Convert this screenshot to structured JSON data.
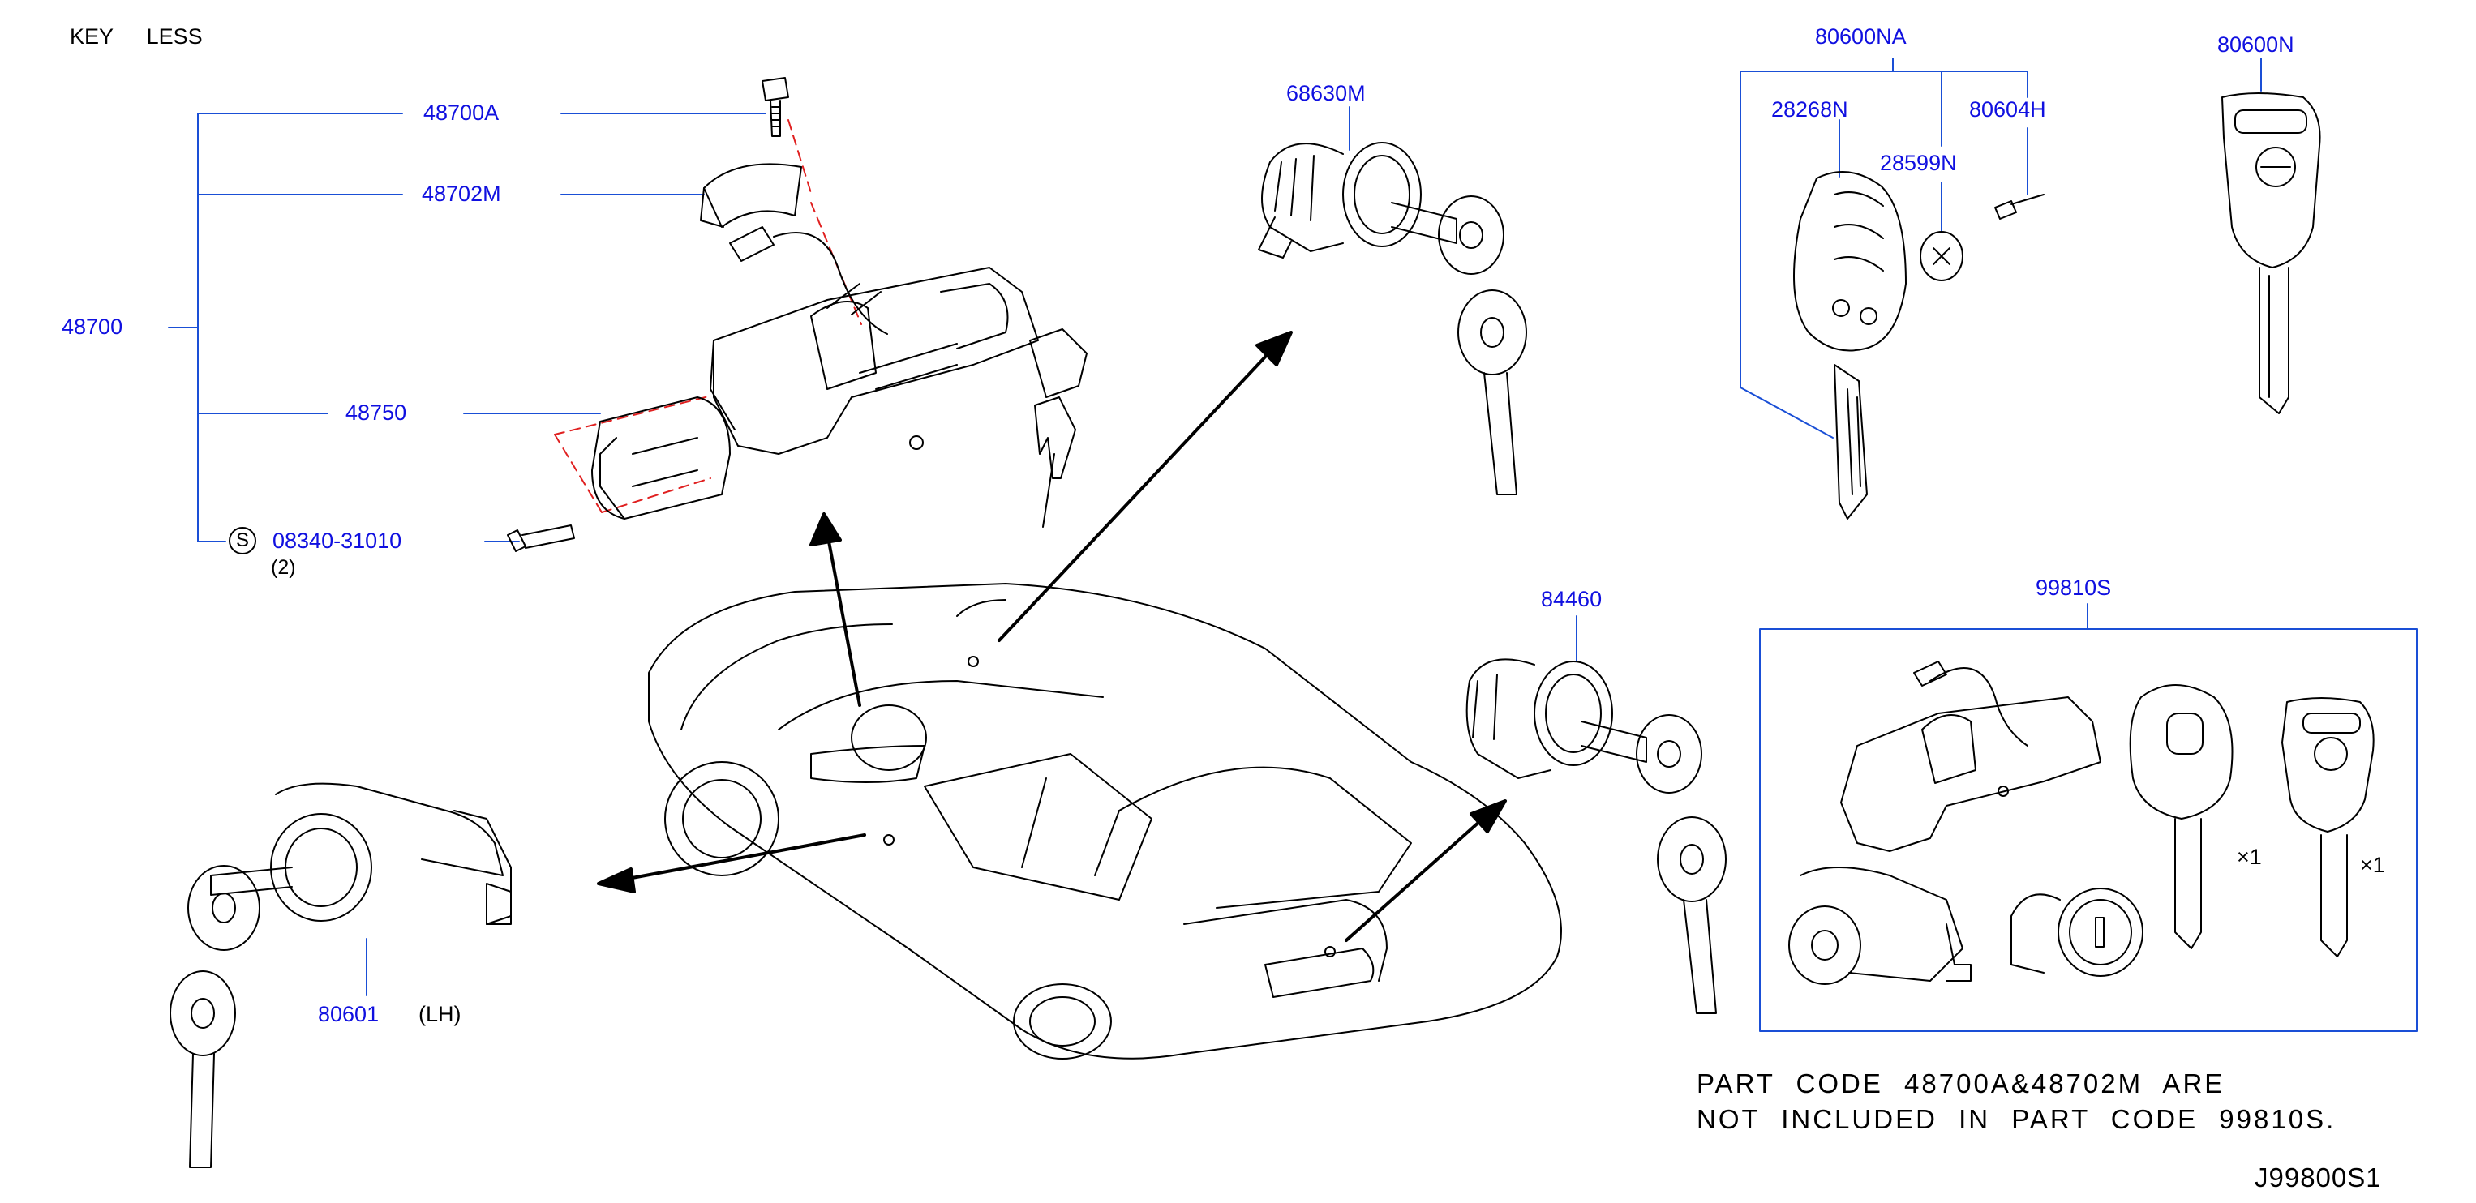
{
  "header": {
    "key_label": "KEY",
    "less_label": "LESS"
  },
  "parts": {
    "p48700": "48700",
    "p48700A": "48700A",
    "p48702M": "48702M",
    "p48750": "48750",
    "p08340": "08340-31010",
    "qty_08340": "(2)",
    "s_mark": "S",
    "p68630M": "68630M",
    "p80600NA": "80600NA",
    "p28268N": "28268N",
    "p28599N": "28599N",
    "p80604H": "80604H",
    "p80600N": "80600N",
    "p84460": "84460",
    "p99810S": "99810S",
    "p80601": "80601",
    "side_80601": "(LH)"
  },
  "kit_quantities": {
    "remote_key": "×1",
    "blank_key": "×1"
  },
  "note": {
    "line1": "PART CODE 48700A&48702M ARE",
    "line2": "NOT INCLUDED IN PART CODE 99810S."
  },
  "diagram_code": "J99800S1",
  "colors": {
    "label": "#1010e0",
    "leader": "#1a4fd6",
    "drawing": "#000000",
    "dashed": "#e02020"
  }
}
